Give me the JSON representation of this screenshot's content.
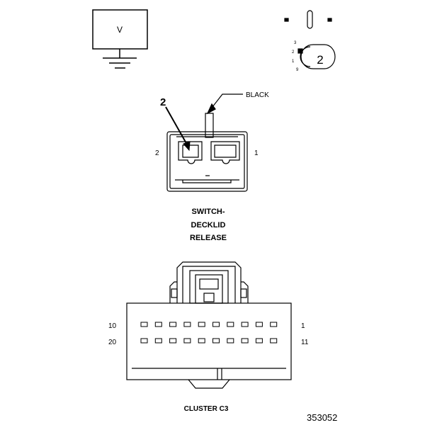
{
  "meter": {
    "label": "V"
  },
  "connector_view": {
    "pin_labels": [
      "3",
      "2",
      "1",
      "9"
    ],
    "cavity_number": "2"
  },
  "switch_connector": {
    "wire_color": "BLACK",
    "callout": "2",
    "pin_left": "2",
    "pin_right": "1",
    "title_lines": [
      "SWITCH-",
      "DECKLID",
      "RELEASE"
    ]
  },
  "cluster_connector": {
    "row1_left": "10",
    "row1_right": "1",
    "row2_left": "20",
    "row2_right": "11",
    "title": "CLUSTER C3"
  },
  "figure_id": "353052"
}
